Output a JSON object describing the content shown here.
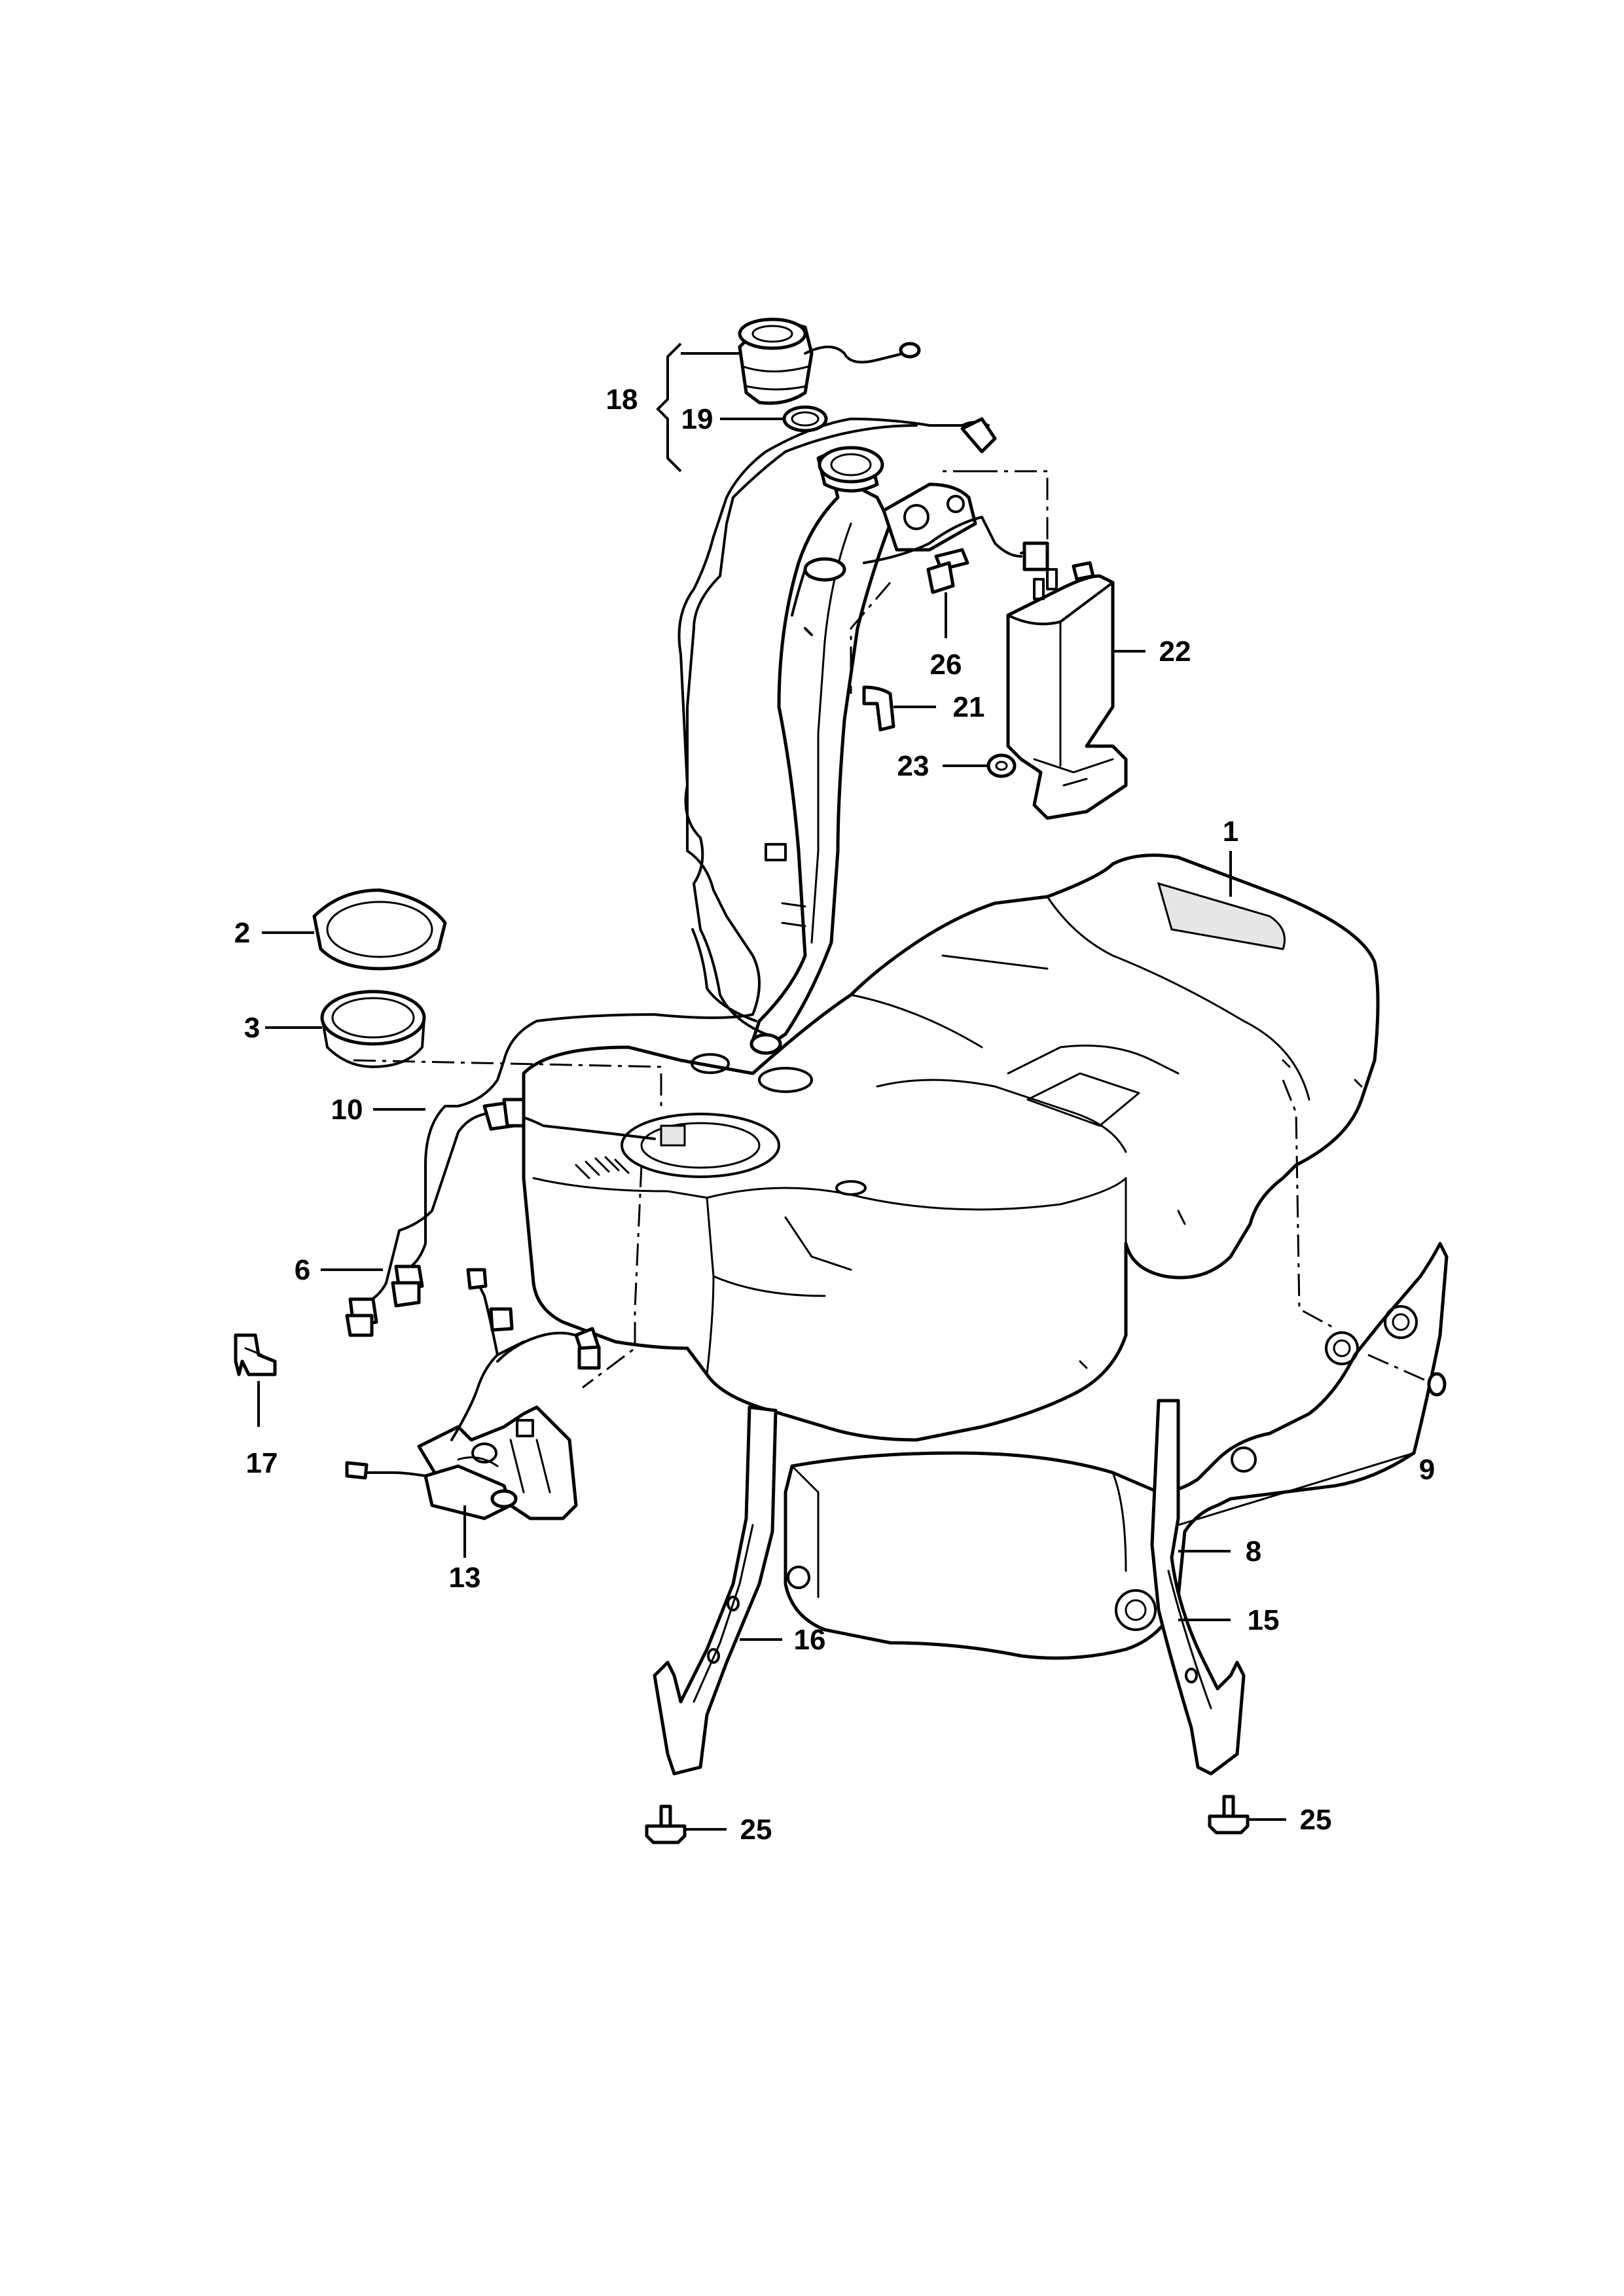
{
  "callouts": [
    {
      "id": "1",
      "label": "1"
    },
    {
      "id": "2",
      "label": "2"
    },
    {
      "id": "3",
      "label": "3"
    },
    {
      "id": "6",
      "label": "6"
    },
    {
      "id": "8",
      "label": "8"
    },
    {
      "id": "9",
      "label": "9"
    },
    {
      "id": "10",
      "label": "10"
    },
    {
      "id": "13",
      "label": "13"
    },
    {
      "id": "15",
      "label": "15"
    },
    {
      "id": "16",
      "label": "16"
    },
    {
      "id": "17",
      "label": "17"
    },
    {
      "id": "18",
      "label": "18"
    },
    {
      "id": "19",
      "label": "19"
    },
    {
      "id": "21",
      "label": "21"
    },
    {
      "id": "22",
      "label": "22"
    },
    {
      "id": "23",
      "label": "23"
    },
    {
      "id": "25a",
      "label": "25"
    },
    {
      "id": "25b",
      "label": "25"
    },
    {
      "id": "26",
      "label": "26"
    }
  ]
}
